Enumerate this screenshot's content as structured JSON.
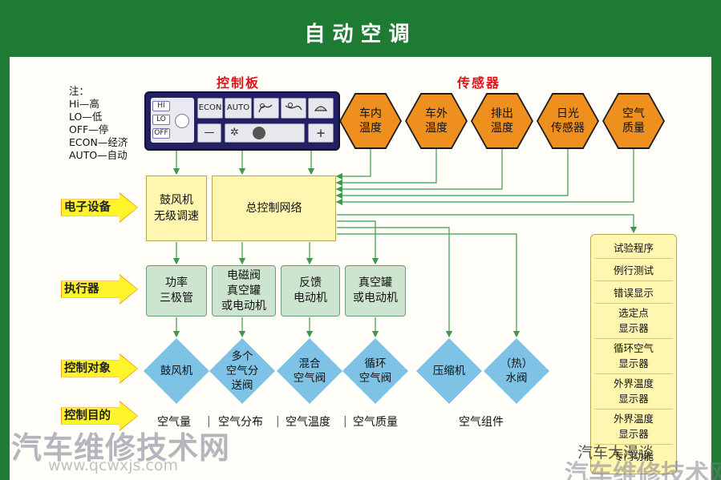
{
  "title": "自动空调",
  "sections": {
    "control_board": "控制板",
    "sensors": "传感器"
  },
  "legend_lines": [
    "注：",
    "Hi—高",
    "LO—低",
    "OFF—停",
    "ECON—经济",
    "AUTO—自动"
  ],
  "control_panel": {
    "mini_buttons": [
      "HI",
      "LO",
      "OFF"
    ],
    "buttons": [
      "ECON",
      "AUTO"
    ],
    "minus": "—",
    "plus": "+",
    "snow": "✲"
  },
  "sensors": [
    {
      "line1": "车内",
      "line2": "温度"
    },
    {
      "line1": "车外",
      "line2": "温度"
    },
    {
      "line1": "排出",
      "line2": "温度"
    },
    {
      "line1": "日光",
      "line2": "传感器"
    },
    {
      "line1": "空气",
      "line2": "质量"
    }
  ],
  "row_labels": [
    "电子设备",
    "执行器",
    "控制对象",
    "控制目的"
  ],
  "electronics": {
    "blower": {
      "line1": "鼓风机",
      "line2": "无级调速"
    },
    "network": "总控制网络"
  },
  "actuators": [
    {
      "lines": [
        "功率",
        "三极管"
      ]
    },
    {
      "lines": [
        "电磁阀",
        "真空罐",
        "或电动机"
      ]
    },
    {
      "lines": [
        "反馈",
        "电动机"
      ]
    },
    {
      "lines": [
        "真空罐",
        "或电动机"
      ]
    }
  ],
  "objects": [
    {
      "lines": [
        "鼓风机"
      ]
    },
    {
      "lines": [
        "多个",
        "空气分",
        "送阀"
      ]
    },
    {
      "lines": [
        "混合",
        "空气阀"
      ]
    },
    {
      "lines": [
        "循环",
        "空气阀"
      ]
    },
    {
      "lines": [
        "压缩机"
      ]
    },
    {
      "lines": [
        "（热）",
        "水阀"
      ]
    }
  ],
  "purposes": [
    "空气量",
    "空气分布",
    "空气温度",
    "空气质量",
    "空气组件"
  ],
  "separator": "|",
  "side_list": [
    {
      "lines": [
        "试验程序"
      ]
    },
    {
      "lines": [
        "例行测试"
      ]
    },
    {
      "lines": [
        "错误显示"
      ]
    },
    {
      "lines": [
        "选定点",
        "显示器"
      ]
    },
    {
      "lines": [
        "循环空气",
        "显示器"
      ]
    },
    {
      "lines": [
        "外界温度",
        "显示器"
      ]
    },
    {
      "lines": [
        "外界温度",
        "显示器"
      ]
    },
    {
      "lines": [
        "专门功能"
      ]
    }
  ],
  "watermarks": {
    "main": "汽车维修技术网",
    "url": "www.qcwxjs.com",
    "account": "汽车大漫谈",
    "corner": "汽车维修技术网"
  },
  "colors": {
    "header": "#1e7b33",
    "panel": "#fffef8",
    "sensor": "#ef8f1e",
    "electronics": "#fff7b0",
    "actuator": "#cde5cf",
    "object": "#7ec3e6",
    "row_arrow": "#fff32a",
    "section_title": "#e0111a",
    "wire": "#3d9a4c"
  }
}
